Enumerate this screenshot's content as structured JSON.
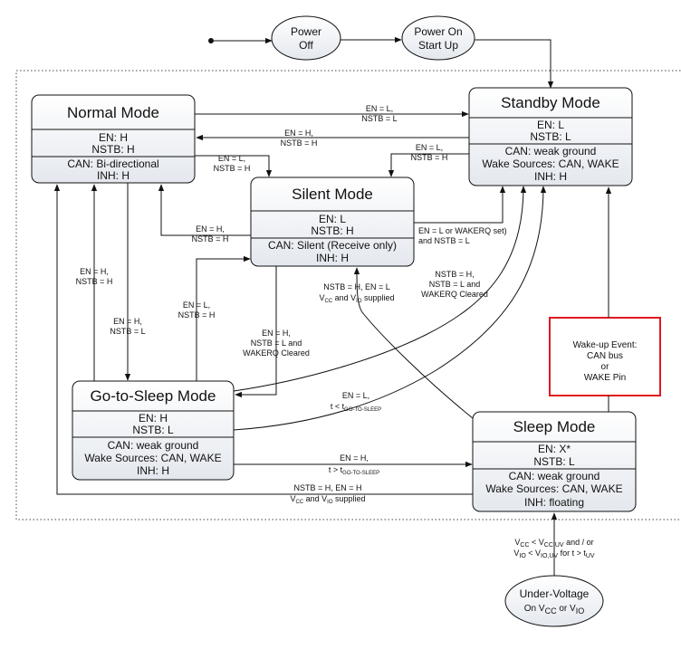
{
  "nodes": {
    "power_off": {
      "line1": "Power",
      "line2": "Off"
    },
    "power_on": {
      "line1": "Power On",
      "line2": "Start Up"
    },
    "under_voltage": {
      "line1": "Under-Voltage",
      "line2": "On V",
      "sub1": "CC",
      "mid": " or V",
      "sub2": "IO"
    }
  },
  "states": {
    "normal": {
      "title": "Normal Mode",
      "en": "EN: H",
      "nstb": "NSTB: H",
      "can": "CAN: Bi-directional",
      "inh": "INH: H"
    },
    "standby": {
      "title": "Standby Mode",
      "en": "EN: L",
      "nstb": "NSTB: L",
      "can": "CAN: weak ground",
      "wake": "Wake Sources: CAN, WAKE",
      "inh": "INH: H"
    },
    "silent": {
      "title": "Silent Mode",
      "en": "EN: L",
      "nstb": "NSTB: H",
      "can": "CAN: Silent (Receive only)",
      "inh": "INH: H"
    },
    "gotosleep": {
      "title": "Go-to-Sleep Mode",
      "en": "EN: H",
      "nstb": "NSTB: L",
      "can": "CAN: weak ground",
      "wake": "Wake Sources: CAN, WAKE",
      "inh": "INH: H"
    },
    "sleep": {
      "title": "Sleep Mode",
      "en": "EN: X*",
      "nstb": "NSTB: L",
      "can": "CAN: weak ground",
      "wake": "Wake Sources: CAN, WAKE",
      "inh": "INH: floating"
    }
  },
  "wake_event": {
    "line1": "Wake-up Event:",
    "line2": "CAN bus",
    "line3": "or",
    "line4": "WAKE Pin",
    "border_color": "#e0191f"
  },
  "labels": {
    "normal_to_standby": [
      "EN = L,",
      "NSTB = L"
    ],
    "standby_to_normal": [
      "EN = H,",
      "NSTB = H"
    ],
    "normal_to_silent": [
      "EN = L,",
      "NSTB = H"
    ],
    "standby_to_silent": [
      "EN = L,",
      "NSTB = H"
    ],
    "silent_to_normal": [
      "EN = H,",
      "NSTB = H"
    ],
    "silent_to_standby": [
      "EN = L or WAKERQ set)",
      "and NSTB = L"
    ],
    "gts_to_normal": [
      "EN = H,",
      "NSTB = H"
    ],
    "normal_to_gts": [
      "EN = H,",
      "NSTB = L"
    ],
    "gts_to_silent": [
      "EN = L,",
      "NSTB = H"
    ],
    "silent_to_gts": [
      "EN = H,",
      "NSTB = L and",
      "WAKERQ Cleared"
    ],
    "gts_to_standby": [
      "NSTB = H,",
      "NSTB = L and",
      "WAKERQ Cleared"
    ],
    "sleep_to_silent": {
      "line1": "NSTB = H, EN = L",
      "v": "V",
      "cc": "CC",
      "and": " and V",
      "io": "IO",
      "tail": " supplied"
    },
    "gts_to_sleep_timeout_a": {
      "en": "EN = L,",
      "t": "t < t",
      "sub": "GO-TO-SLEEP"
    },
    "gts_to_sleep_timeout_b": {
      "en": "EN = H,",
      "t": "t > t",
      "sub": "GO-TO-SLEEP"
    },
    "sleep_to_normal": {
      "line1": "NSTB = H, EN = H",
      "v": "V",
      "cc": "CC",
      "and": " and V",
      "io": "IO",
      "tail": " supplied"
    },
    "uv_condition": {
      "l1_v": "V",
      "l1_cc": "CC",
      "l1_lt": " < V",
      "l1_ccuv": "CC,UV",
      "l1_tail": " and / or",
      "l2_v": "V",
      "l2_io": "IO",
      "l2_lt": " < V",
      "l2_iouv": "IO,UV",
      "l2_for": " for t > t",
      "l2_uv": "UV"
    }
  }
}
